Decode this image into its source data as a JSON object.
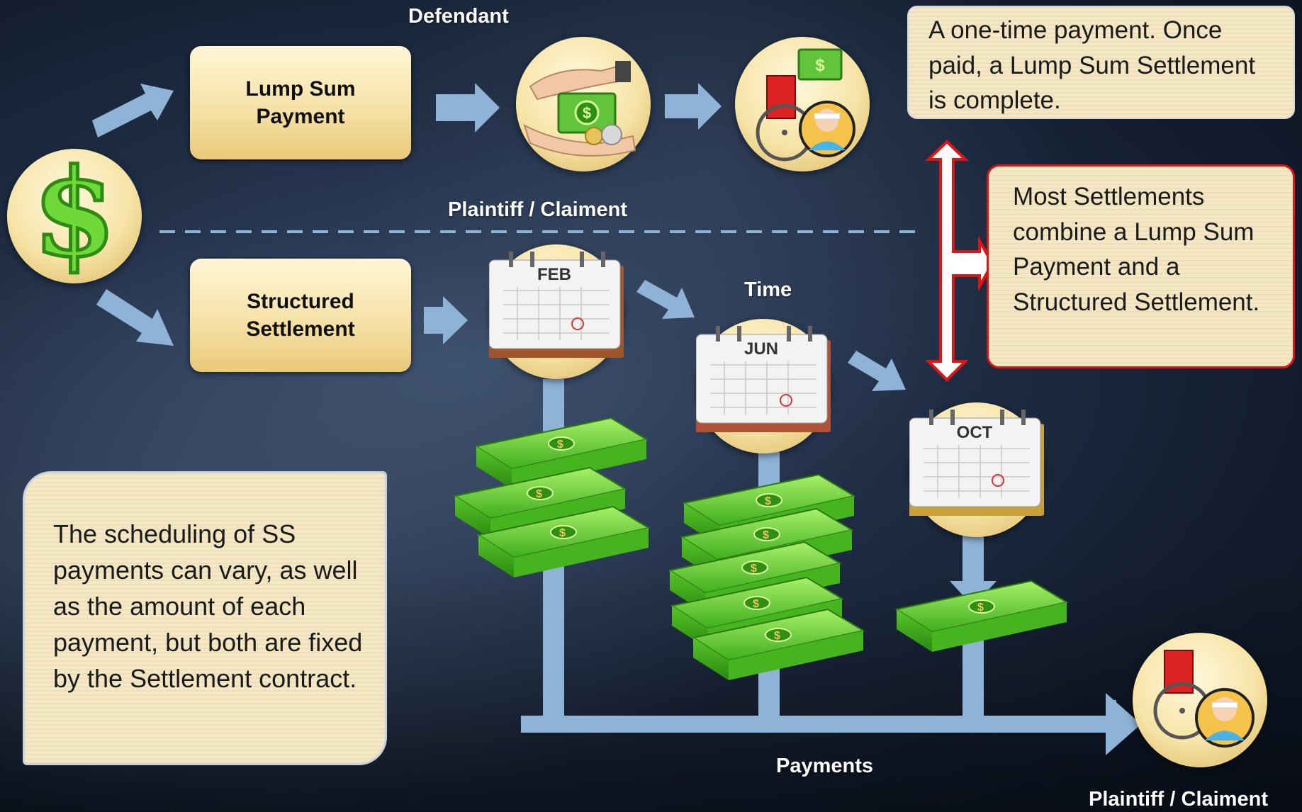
{
  "top": {
    "defendant_label": "Defendant",
    "lump_sum_line1": "Lump Sum",
    "lump_sum_line2": "Payment",
    "plaintiff_label": "Plaintiff / Claiment"
  },
  "bottom": {
    "structured_line1": "Structured",
    "structured_line2": "Settlement",
    "time_label": "Time",
    "payments_label": "Payments",
    "plaintiff_label": "Plaintiff / Claiment"
  },
  "calendars": [
    {
      "month": "FEB"
    },
    {
      "month": "JUN"
    },
    {
      "month": "OCT"
    }
  ],
  "notes": {
    "lump_sum_note": "A one-time payment. Once paid, a Lump Sum Settlement is complete.",
    "combine_note": "Most Settlements combine a Lump Sum Payment and a Structured Settlement.",
    "scheduling_note": "The scheduling of SS payments can vary, as well as the amount of each payment, but both are fixed by the Settlement contract."
  },
  "icons": {
    "dollar": "dollar-sign-icon",
    "hands_money": "hands-with-money-icon",
    "wheelchair_person": "wheelchair-person-icon",
    "calendar": "calendar-icon",
    "money_stack": "money-stack-icon"
  },
  "colors": {
    "arrow": "#8fb3d6",
    "cream": "#f6e2a8",
    "note_red_border": "#e01414",
    "money_green": "#5fcf2b",
    "dashed_line": "#8fb3d6"
  }
}
